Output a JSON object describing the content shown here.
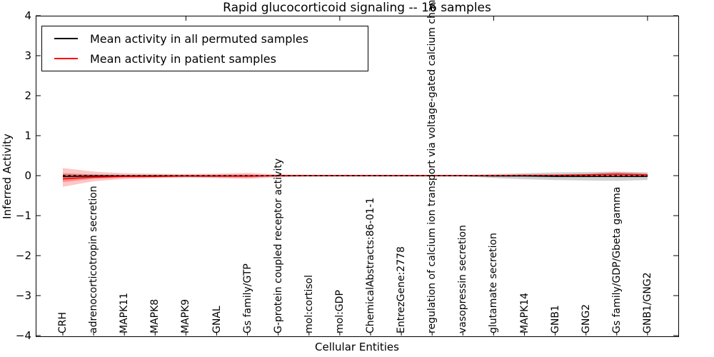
{
  "title": "Rapid glucocorticoid signaling -- 16 samples",
  "axes": {
    "xlabel": "Cellular Entities",
    "ylabel": "Inferred Activity",
    "yticks": [
      "4",
      "3",
      "2",
      "1",
      "0",
      "−1",
      "−2",
      "−3",
      "−4"
    ]
  },
  "legend": {
    "entries": [
      {
        "label": "Mean activity in all permuted samples",
        "color": "#000000"
      },
      {
        "label": "Mean activity in patient samples",
        "color": "#ff0000"
      }
    ]
  },
  "chart_data": {
    "type": "line",
    "title": "Rapid glucocorticoid signaling -- 16 samples",
    "xlabel": "Cellular Entities",
    "ylabel": "Inferred Activity",
    "ylim": [
      -4,
      4
    ],
    "grid": false,
    "legend_position": "upper left",
    "categories": [
      "CRH",
      "adrenocorticotropin secretion",
      "MAPK11",
      "MAPK8",
      "MAPK9",
      "GNAL",
      "Gs family/GTP",
      "G-protein coupled receptor activity",
      "mol:cortisol",
      "mol:GDP",
      "ChemicalAbstracts:86-01-1",
      "EntrezGene:2778",
      "regulation of calcium ion transport via voltage-gated calcium chann",
      "vasopressin secretion",
      "glutamate secretion",
      "MAPK14",
      "GNB1",
      "GNG2",
      "Gs family/GDP/Gbeta gamma",
      "GNB1/GNG2"
    ],
    "major_xtick_indices": [
      4,
      9,
      14,
      19
    ],
    "series": [
      {
        "name": "Mean activity in all permuted samples",
        "color": "#000000",
        "line_style": "solid",
        "values": [
          -0.02,
          -0.01,
          -0.01,
          -0.01,
          -0.01,
          -0.01,
          -0.01,
          0,
          0,
          0,
          0,
          0,
          0,
          0,
          -0.01,
          -0.01,
          -0.02,
          -0.02,
          -0.02,
          -0.02
        ]
      },
      {
        "name": "Mean activity in patient samples",
        "color": "#ff0000",
        "line_style": "solid",
        "values": [
          -0.08,
          -0.04,
          -0.02,
          -0.02,
          -0.01,
          -0.01,
          -0.01,
          0,
          0,
          0,
          0,
          0,
          0,
          0,
          0,
          0.01,
          0.01,
          0.02,
          0.04,
          0.02
        ]
      },
      {
        "name": "zero reference",
        "color": "#000000",
        "line_style": "dashed",
        "values": [
          0,
          0,
          0,
          0,
          0,
          0,
          0,
          0,
          0,
          0,
          0,
          0,
          0,
          0,
          0,
          0,
          0,
          0,
          0,
          0
        ]
      }
    ],
    "bands": [
      {
        "name": "permuted samples spread",
        "color": "#999999",
        "opacity": 0.45,
        "upper": [
          0.06,
          0.03,
          0.02,
          0.02,
          0.02,
          0.02,
          0.02,
          0.01,
          0.01,
          0.01,
          0.01,
          0.01,
          0.01,
          0.01,
          0.04,
          0.06,
          0.08,
          0.09,
          0.1,
          0.08
        ],
        "lower": [
          -0.1,
          -0.05,
          -0.03,
          -0.03,
          -0.03,
          -0.03,
          -0.03,
          -0.02,
          -0.02,
          -0.02,
          -0.02,
          -0.02,
          -0.02,
          -0.02,
          -0.06,
          -0.09,
          -0.11,
          -0.12,
          -0.13,
          -0.11
        ]
      },
      {
        "name": "patient samples spread outer",
        "color": "#ff3333",
        "opacity": 0.28,
        "upper": [
          0.19,
          0.1,
          0.06,
          0.05,
          0.04,
          0.05,
          0.07,
          0.03,
          0.02,
          0.02,
          0.02,
          0.02,
          0.02,
          0.02,
          0.02,
          0.02,
          0.03,
          0.05,
          0.09,
          0.06
        ],
        "lower": [
          -0.28,
          -0.14,
          -0.08,
          -0.06,
          -0.05,
          -0.06,
          -0.08,
          -0.04,
          -0.02,
          -0.02,
          -0.02,
          -0.02,
          -0.02,
          -0.02,
          -0.02,
          -0.02,
          -0.02,
          -0.02,
          -0.01,
          -0.02
        ]
      },
      {
        "name": "patient samples spread inner",
        "color": "#ff2222",
        "opacity": 0.35,
        "upper": [
          0.05,
          0.03,
          0.02,
          0.02,
          0.02,
          0.02,
          0.03,
          0.01,
          0.01,
          0.01,
          0.01,
          0.01,
          0.01,
          0.01,
          0.01,
          0.01,
          0.02,
          0.03,
          0.05,
          0.03
        ],
        "lower": [
          -0.16,
          -0.08,
          -0.05,
          -0.04,
          -0.03,
          -0.04,
          -0.05,
          -0.02,
          -0.01,
          -0.01,
          -0.01,
          -0.01,
          -0.01,
          -0.01,
          -0.01,
          -0.01,
          -0.01,
          -0.01,
          0.0,
          -0.01
        ]
      }
    ]
  }
}
